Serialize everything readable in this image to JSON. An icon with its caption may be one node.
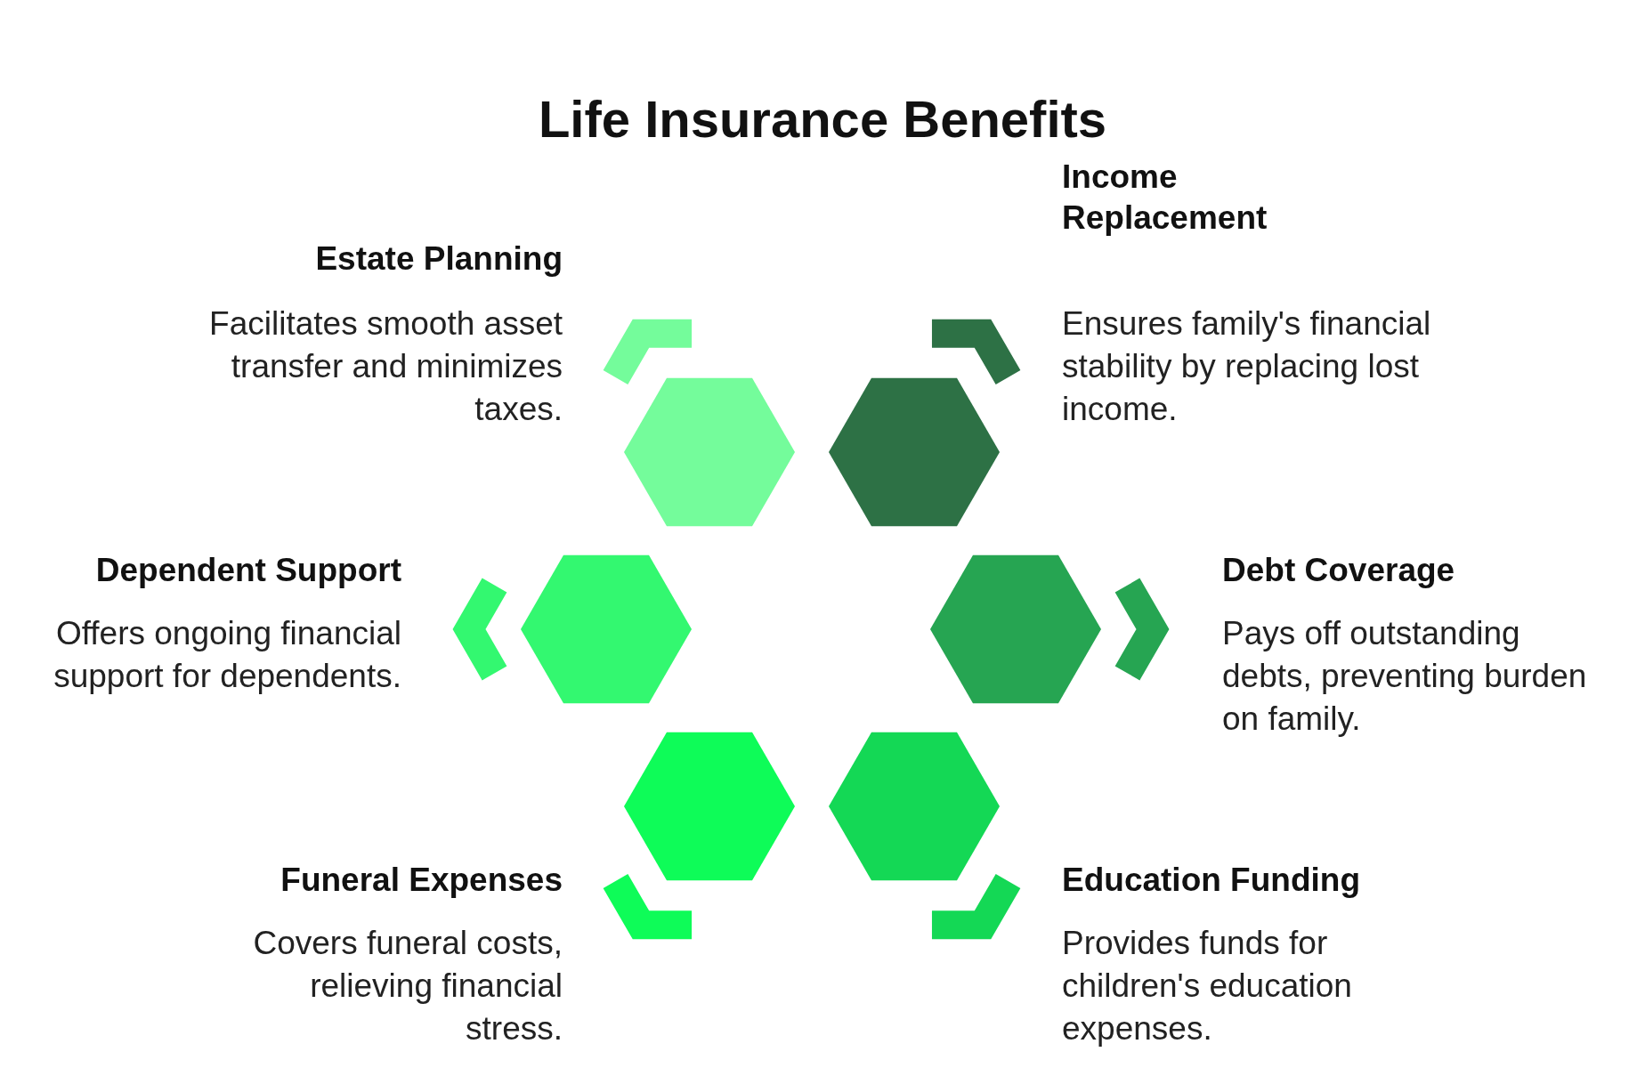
{
  "diagram": {
    "title": "Life Insurance Benefits",
    "nodes": [
      {
        "text": [
          "Estate Planning",
          "Facilitates smooth asset transfer and minimizes taxes."
        ]
      },
      {
        "text": [
          "Income Replacement",
          "Ensures family's financial stability by replacing lost income."
        ]
      },
      {
        "text": [
          "Dependent Support",
          "Offers ongoing financial support for dependents."
        ]
      },
      {
        "text": [
          "Debt Coverage",
          "Pays off outstanding debts, preventing burden on family."
        ]
      },
      {
        "text": [
          "Funeral Expenses",
          "Covers funeral costs, relieving financial stress."
        ]
      },
      {
        "text": [
          "Education Funding",
          "Provides funds for children's education expenses."
        ]
      }
    ]
  }
}
